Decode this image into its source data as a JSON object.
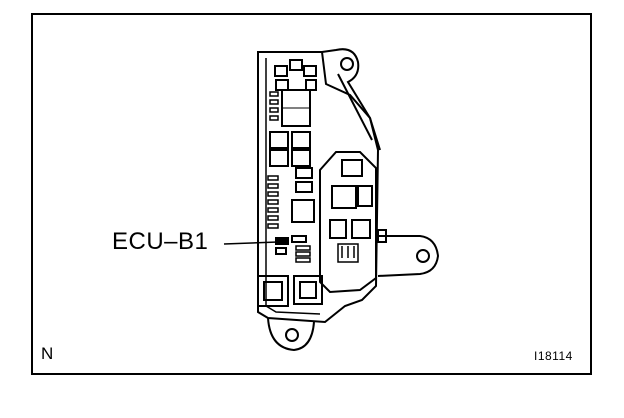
{
  "labels": {
    "callout": "ECU–B1",
    "corner_letter": "N",
    "figure_code": "I18114"
  },
  "colors": {
    "line": "#000000",
    "background": "#ffffff"
  }
}
